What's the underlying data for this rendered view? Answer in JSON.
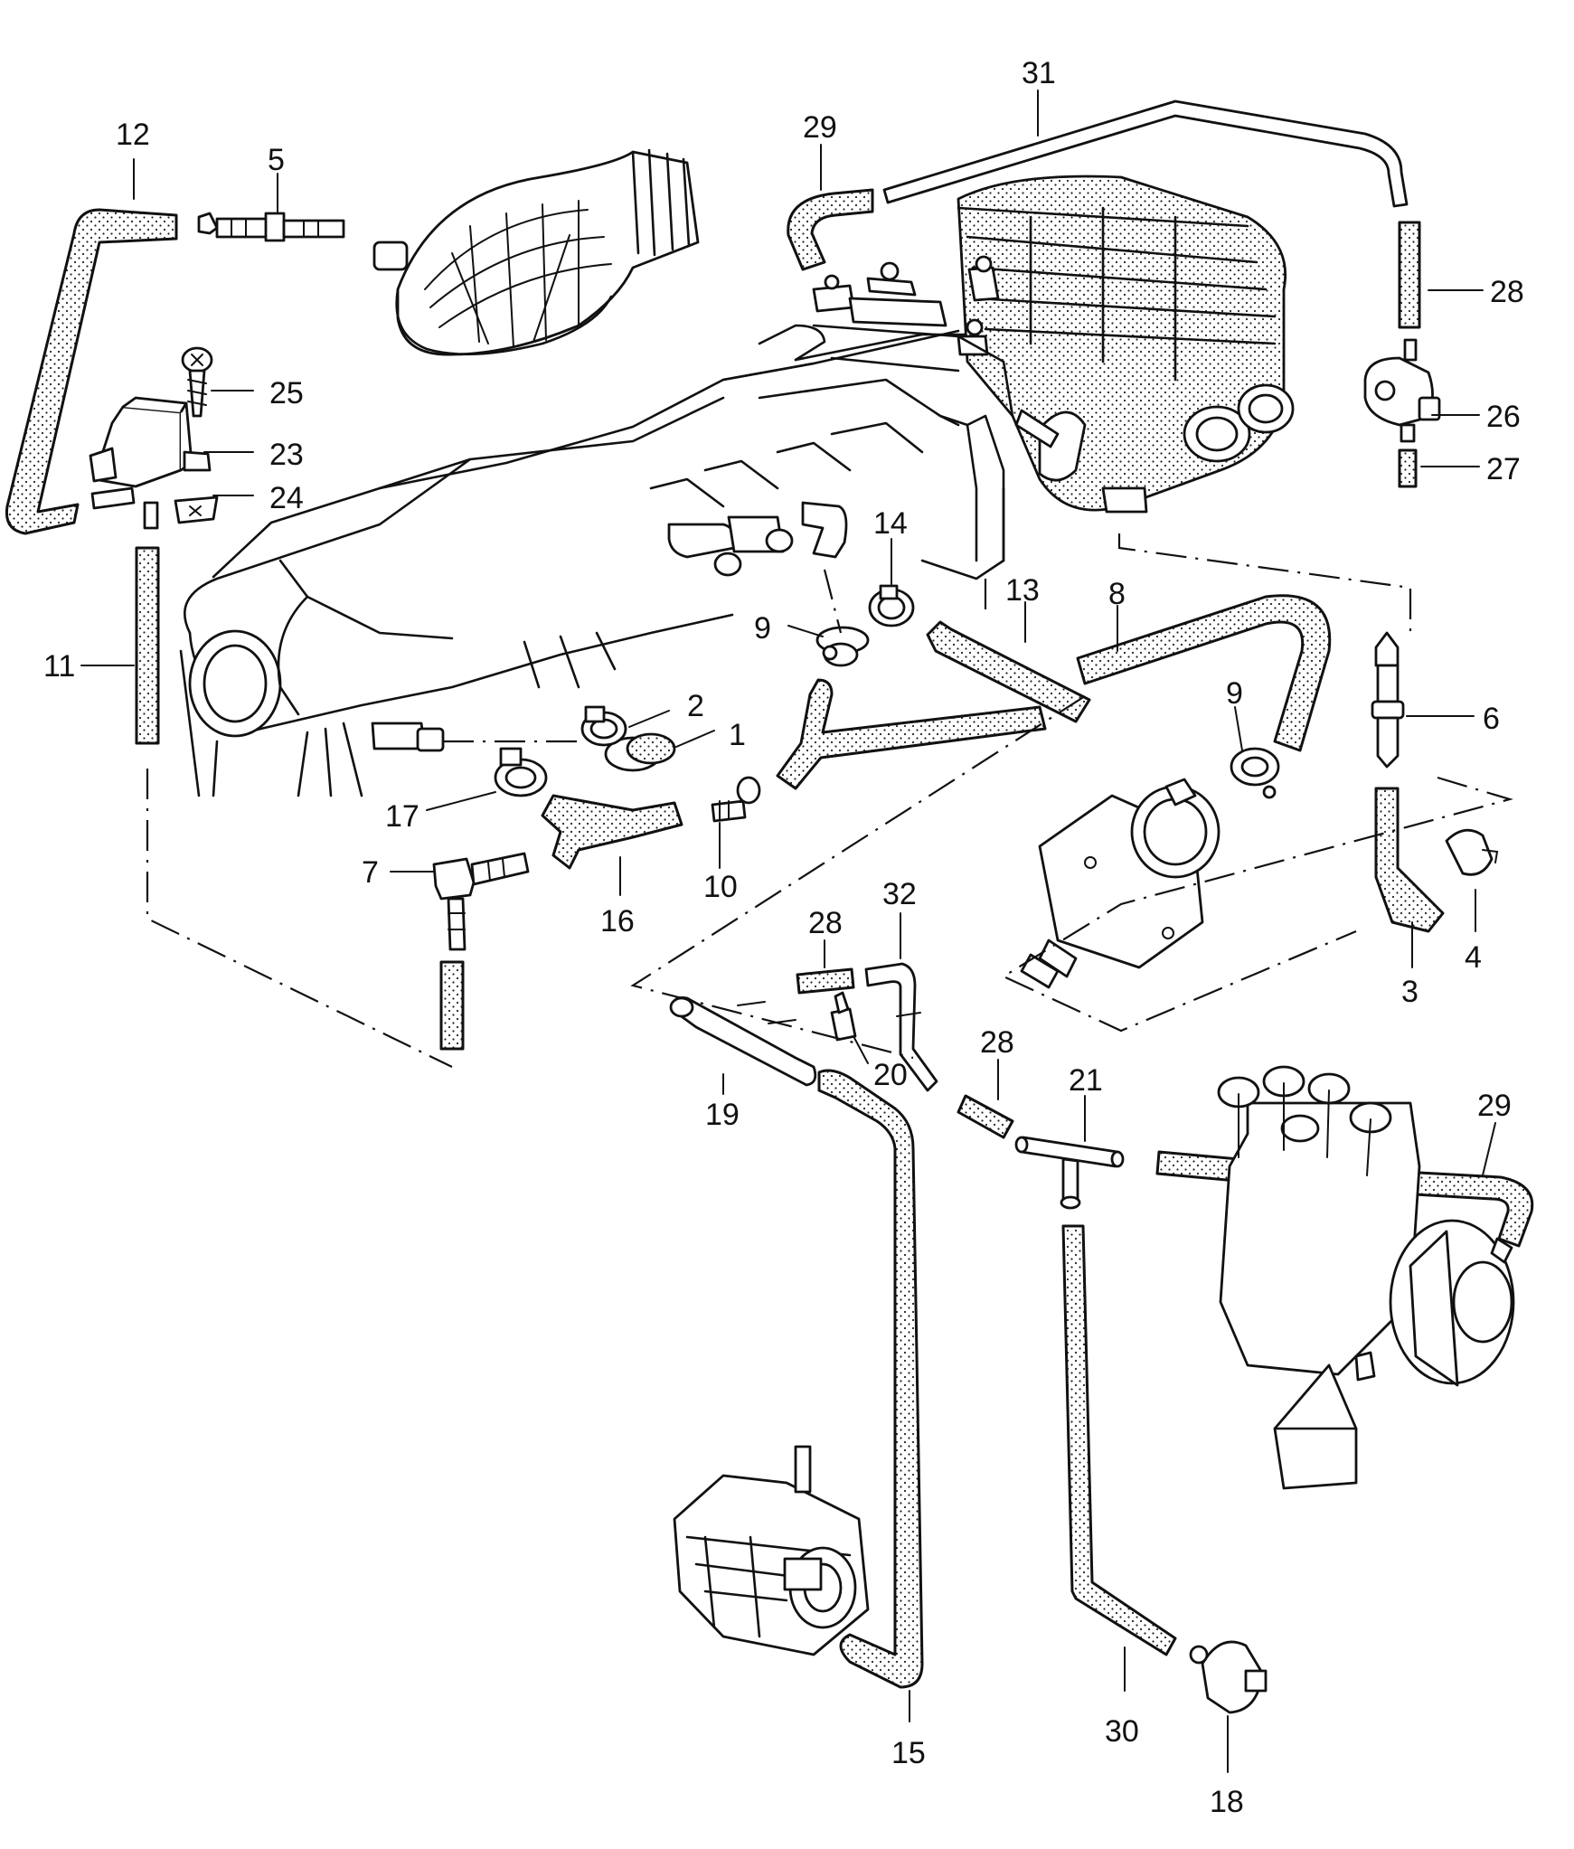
{
  "callouts": [
    {
      "id": "c1",
      "text": "1"
    },
    {
      "id": "c2",
      "text": "2"
    },
    {
      "id": "c3",
      "text": "3"
    },
    {
      "id": "c4",
      "text": "4"
    },
    {
      "id": "c5",
      "text": "5"
    },
    {
      "id": "c6",
      "text": "6"
    },
    {
      "id": "c7",
      "text": "7"
    },
    {
      "id": "c8",
      "text": "8"
    },
    {
      "id": "c9a",
      "text": "9"
    },
    {
      "id": "c9b",
      "text": "9"
    },
    {
      "id": "c10",
      "text": "10"
    },
    {
      "id": "c11",
      "text": "11"
    },
    {
      "id": "c12",
      "text": "12"
    },
    {
      "id": "c13",
      "text": "13"
    },
    {
      "id": "c14",
      "text": "14"
    },
    {
      "id": "c15",
      "text": "15"
    },
    {
      "id": "c16",
      "text": "16"
    },
    {
      "id": "c17",
      "text": "17"
    },
    {
      "id": "c18",
      "text": "18"
    },
    {
      "id": "c19",
      "text": "19"
    },
    {
      "id": "c20",
      "text": "20"
    },
    {
      "id": "c21",
      "text": "21"
    },
    {
      "id": "c23",
      "text": "23"
    },
    {
      "id": "c24",
      "text": "24"
    },
    {
      "id": "c25",
      "text": "25"
    },
    {
      "id": "c26",
      "text": "26"
    },
    {
      "id": "c27",
      "text": "27"
    },
    {
      "id": "c28a",
      "text": "28"
    },
    {
      "id": "c28b",
      "text": "28"
    },
    {
      "id": "c28c",
      "text": "28"
    },
    {
      "id": "c29a",
      "text": "29"
    },
    {
      "id": "c29b",
      "text": "29"
    },
    {
      "id": "c30",
      "text": "30"
    },
    {
      "id": "c31",
      "text": "31"
    },
    {
      "id": "c32",
      "text": "32"
    }
  ]
}
